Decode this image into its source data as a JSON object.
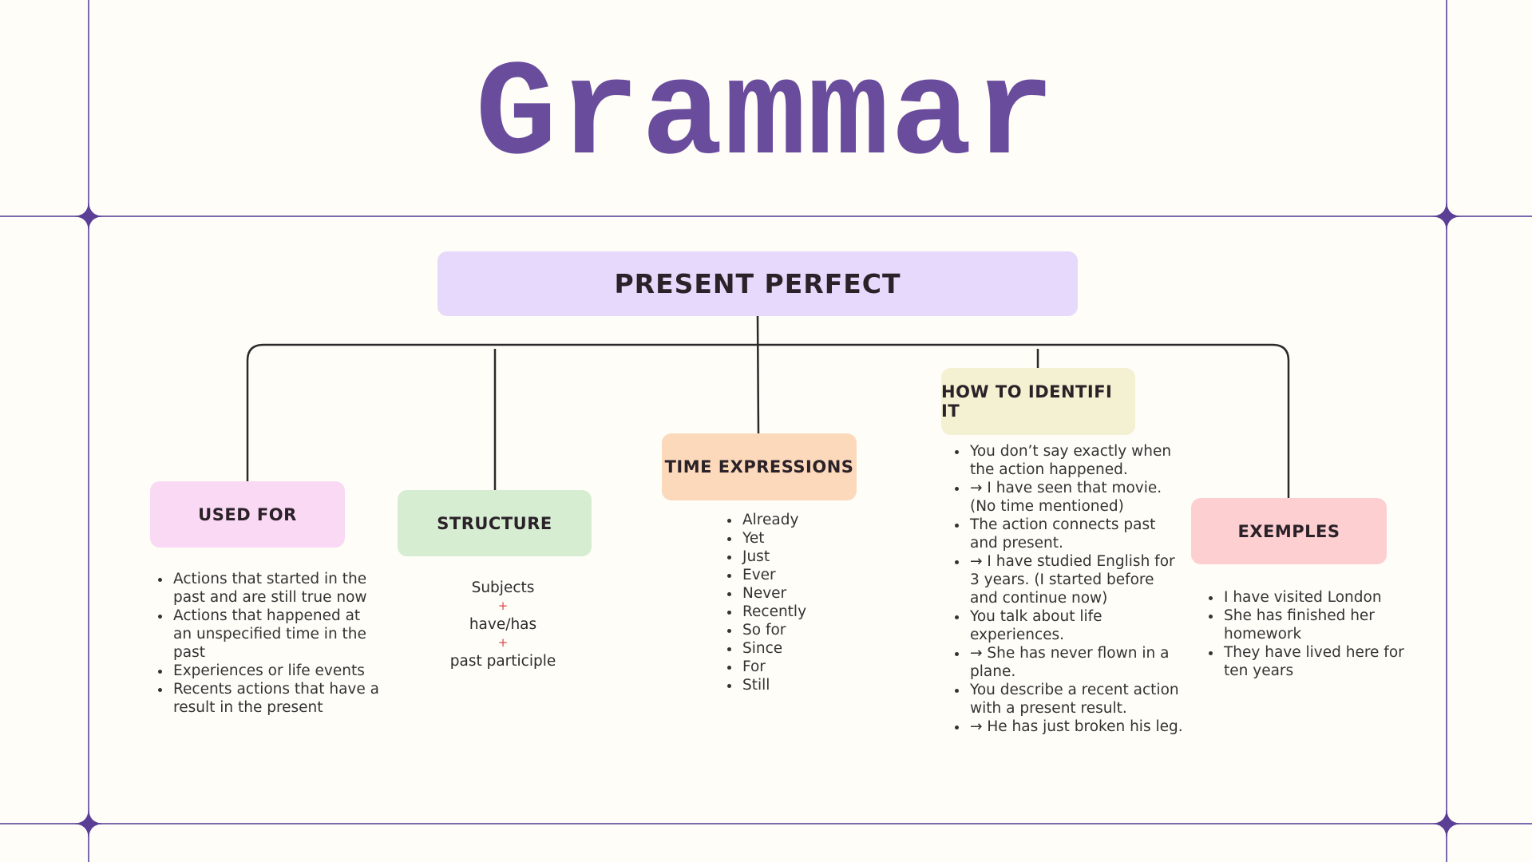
{
  "title": "Grammar",
  "colors": {
    "accent": "#6A4C9C",
    "frame_line": "#7B6AB0",
    "background": "#FEFDF8",
    "connector": "#2a2a2a",
    "plus_sign": "#D94A4A"
  },
  "diagram": {
    "root": {
      "label": "PRESENT PERFECT",
      "color": "#E6D9FC"
    },
    "branches": [
      {
        "id": "used-for",
        "label": "USED FOR",
        "color": "#F9D9F3",
        "items": [
          "Actions that started in the past and are still true now",
          "Actions that happened at an unspecified time in the past",
          "Experiences or life events",
          "Recents actions that have a result in the present"
        ]
      },
      {
        "id": "structure",
        "label": "STRUCTURE",
        "color": "#D6EDD2",
        "formula": [
          "Subjects",
          "+",
          "have/has",
          "+",
          "past participle"
        ]
      },
      {
        "id": "time-expressions",
        "label": "TIME EXPRESSIONS",
        "color": "#FDD9BC",
        "items": [
          "Already",
          "Yet",
          "Just",
          "Ever",
          "Never",
          "Recently",
          "So for",
          "Since",
          "For",
          "Still"
        ]
      },
      {
        "id": "how-to-identify",
        "label": "HOW TO IDENTIFI IT",
        "color": "#F3F1D1",
        "items": [
          "You don’t say exactly when the action happened.",
          " → I have seen that movie. (No time mentioned)",
          "The action connects past and present.",
          " → I have studied English for 3 years. (I started before and continue now)",
          "You talk about life experiences.",
          " → She has never flown in a plane.",
          "You describe a recent action with a present result.",
          " → He has just broken his leg."
        ]
      },
      {
        "id": "examples",
        "label": "EXEMPLES",
        "color": "#FDCFD1",
        "items": [
          "I have visited London",
          "She has finished her homework",
          "They have lived here for ten years"
        ]
      }
    ]
  }
}
